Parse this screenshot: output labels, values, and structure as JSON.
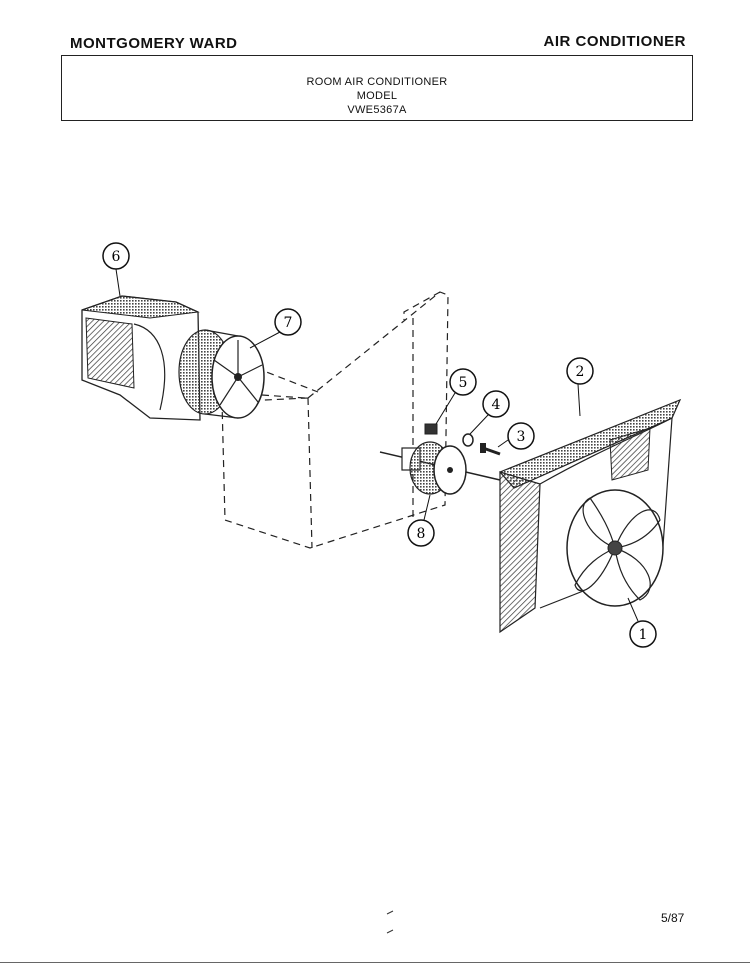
{
  "header": {
    "brand": "MONTGOMERY WARD",
    "category": "AIR CONDITIONER"
  },
  "title_box": {
    "line1": "ROOM AIR CONDITIONER",
    "line2": "MODEL",
    "line3": "VWE5367A"
  },
  "diagram": {
    "callouts": [
      "6",
      "7",
      "5",
      "4",
      "3",
      "2",
      "8",
      "1"
    ]
  },
  "footer": {
    "page": "5/87"
  }
}
